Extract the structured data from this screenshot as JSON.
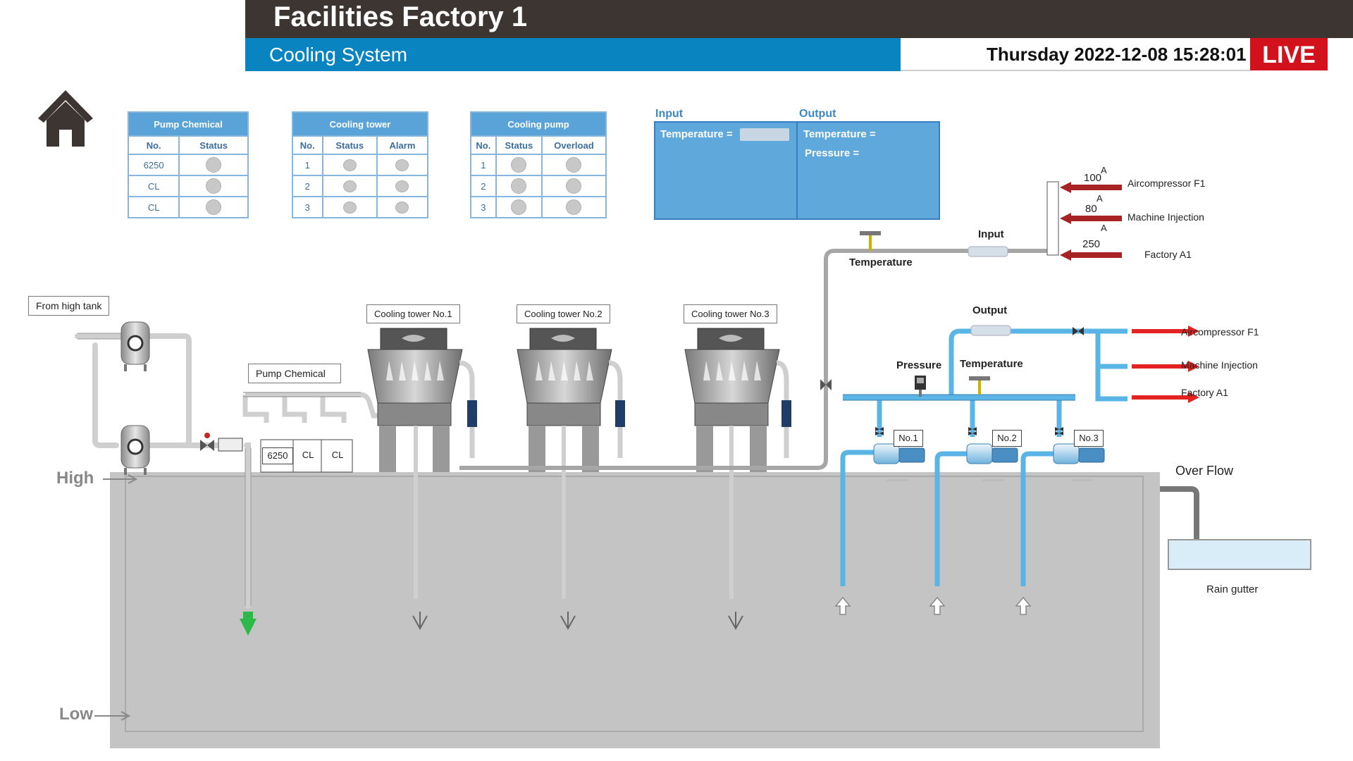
{
  "header": {
    "title": "Facilities Factory 1",
    "subtitle": "Cooling System",
    "datetime": "Thursday 2022-12-08 15:28:01",
    "live_badge": "LIVE"
  },
  "pump_chemical_table": {
    "title": "Pump Chemical",
    "columns": [
      "No.",
      "Status"
    ],
    "rows": [
      {
        "no": "6250"
      },
      {
        "no": "CL"
      },
      {
        "no": "CL"
      }
    ]
  },
  "cooling_tower_table": {
    "title": "Cooling tower",
    "columns": [
      "No.",
      "Status",
      "Alarm"
    ],
    "rows": [
      {
        "no": "1"
      },
      {
        "no": "2"
      },
      {
        "no": "3"
      }
    ]
  },
  "cooling_pump_table": {
    "title": "Cooling pump",
    "columns": [
      "No.",
      "Status",
      "Overload"
    ],
    "rows": [
      {
        "no": "1"
      },
      {
        "no": "2"
      },
      {
        "no": "3"
      }
    ]
  },
  "readings": {
    "input_label": "Input",
    "output_label": "Output",
    "input_temperature_label": "Temperature =",
    "output_temperature_label": "Temperature =",
    "output_pressure_label": "Pressure ="
  },
  "diagram": {
    "from_high_tank": "From high tank",
    "pump_chemical_label": "Pump Chemical",
    "tank_boxes": [
      "6250",
      "CL",
      "CL"
    ],
    "cooling_towers": [
      "Cooling tower No.1",
      "Cooling tower No.2",
      "Cooling tower No.3"
    ],
    "level_high": "High",
    "level_low": "Low",
    "temperature_label": "Temperature",
    "input_label": "Input",
    "output_label": "Output",
    "pressure_label": "Pressure",
    "output_temperature_label": "Temperature",
    "pumps": [
      "No.1",
      "No.2",
      "No.3"
    ],
    "overflow": "Over Flow",
    "rain_gutter": "Rain gutter",
    "inputs": [
      {
        "value": "100",
        "unit": "A",
        "name": "Aircompressor F1"
      },
      {
        "value": "80",
        "unit": "A",
        "name": "Machine Injection"
      },
      {
        "value": "250",
        "unit": "A",
        "name": "Factory A1"
      }
    ],
    "outputs": [
      "Aircompressor F1",
      "Machine Injection",
      "Factory A1"
    ]
  },
  "colors": {
    "header_dark": "#3d3532",
    "header_blue": "#0a84c1",
    "live_red": "#d2111c",
    "pipe_blue": "#5ab5e6",
    "pipe_grey": "#a6a6a6",
    "tank_fill": "#c4c4c4",
    "arrow_red": "#e52222",
    "arrow_dark_red": "#a82424",
    "arrow_green": "#2db84a"
  }
}
